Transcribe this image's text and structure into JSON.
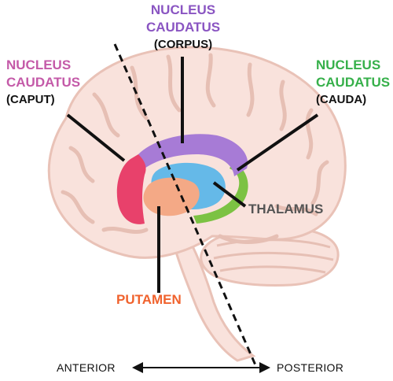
{
  "labels": {
    "caput": {
      "line1": "NUCLEUS",
      "line2": "CAUDATUS",
      "line3": "(CAPUT)",
      "color": "#c45aa8"
    },
    "corpus": {
      "line1": "NUCLEUS",
      "line2": "CAUDATUS",
      "line3": "(CORPUS)",
      "color": "#8a55c2"
    },
    "cauda": {
      "line1": "NUCLEUS",
      "line2": "CAUDATUS",
      "line3": "(CAUDA)",
      "color": "#36b04a"
    },
    "thalamus": {
      "text": "THALAMUS",
      "color": "#555555"
    },
    "putamen": {
      "text": "PUTAMEN",
      "color": "#f0622d"
    }
  },
  "axis": {
    "anterior": "ANTERIOR",
    "posterior": "POSTERIOR"
  },
  "colors": {
    "brain": "#f9e2dc",
    "brain_outline": "#e9c2b7",
    "caput": "#e8416b",
    "corpus": "#a77bd6",
    "cauda": "#7cc243",
    "thalamus": "#65b9e8",
    "putamen": "#f4a986",
    "leader": "#111111"
  }
}
